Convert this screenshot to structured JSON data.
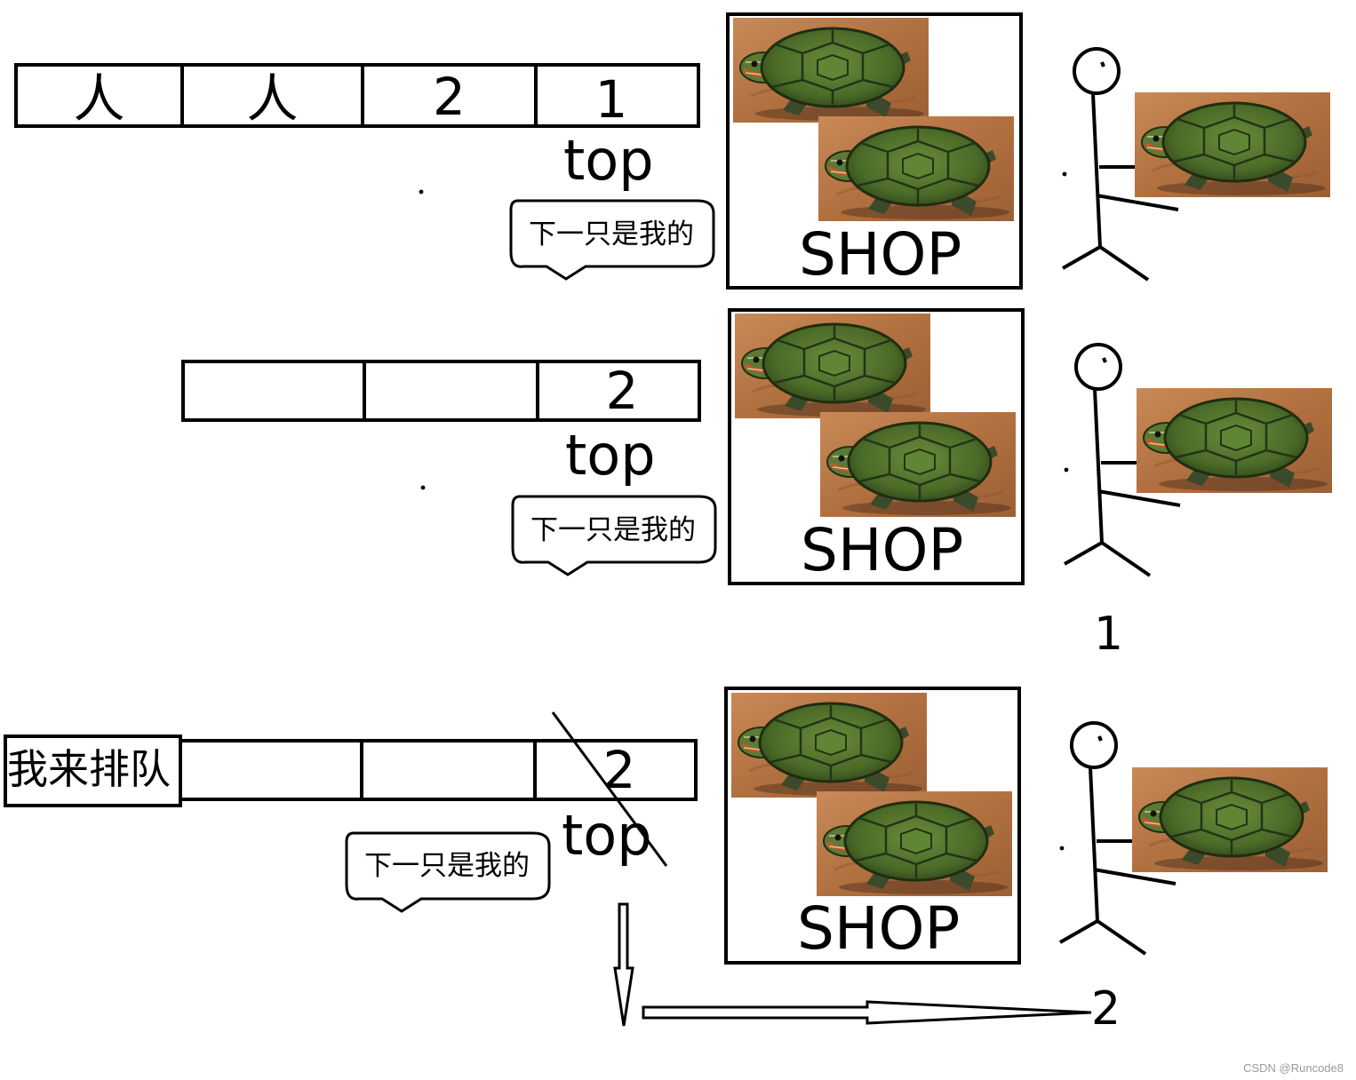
{
  "labels": {
    "top": "top",
    "shop": "SHOP",
    "bubble": "下一只是我的",
    "queue_join": "我来排队"
  },
  "row1": {
    "cells": [
      "人",
      "人",
      "2",
      "1"
    ]
  },
  "row2": {
    "cells": [
      "",
      "",
      "2"
    ]
  },
  "row3": {
    "cells": [
      "",
      "",
      "2"
    ]
  },
  "numbers": {
    "one": "1",
    "two": "2"
  },
  "watermark": "CSDN @Runcode8",
  "icons": [
    "turtle-photo-icon",
    "stick-figure-icon",
    "arrow-down-icon",
    "arrow-right-icon"
  ],
  "colors": {
    "turtle_shell": "#4f6e2c",
    "turtle_bg": "#b7794a",
    "ink": "#000000"
  }
}
